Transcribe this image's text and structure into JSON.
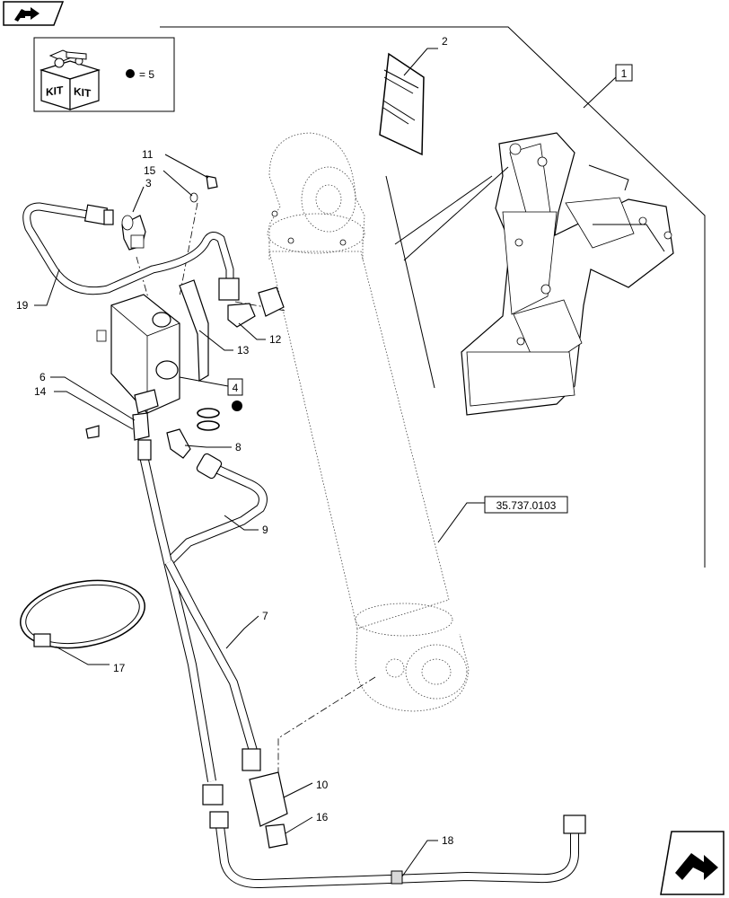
{
  "kit_box": {
    "line1": "KIT",
    "line2": "KIT",
    "legend_text": "= 5"
  },
  "reference": "35.737.0103",
  "callouts": {
    "c1": "1",
    "c2": "2",
    "c3": "3",
    "c4": "4",
    "c6": "6",
    "c7": "7",
    "c8": "8",
    "c9": "9",
    "c10": "10",
    "c11": "11",
    "c12": "12",
    "c13": "13",
    "c14": "14",
    "c15": "15",
    "c16": "16",
    "c17": "17",
    "c18": "18",
    "c19": "19"
  },
  "icons": {
    "top_left": "previous-page-icon",
    "bottom_right": "next-page-icon",
    "kit": "kit-box-icon",
    "legend_dot": "filled-dot-icon"
  },
  "colors": {
    "line": "#000000",
    "background": "#ffffff",
    "dot": "#000000"
  }
}
